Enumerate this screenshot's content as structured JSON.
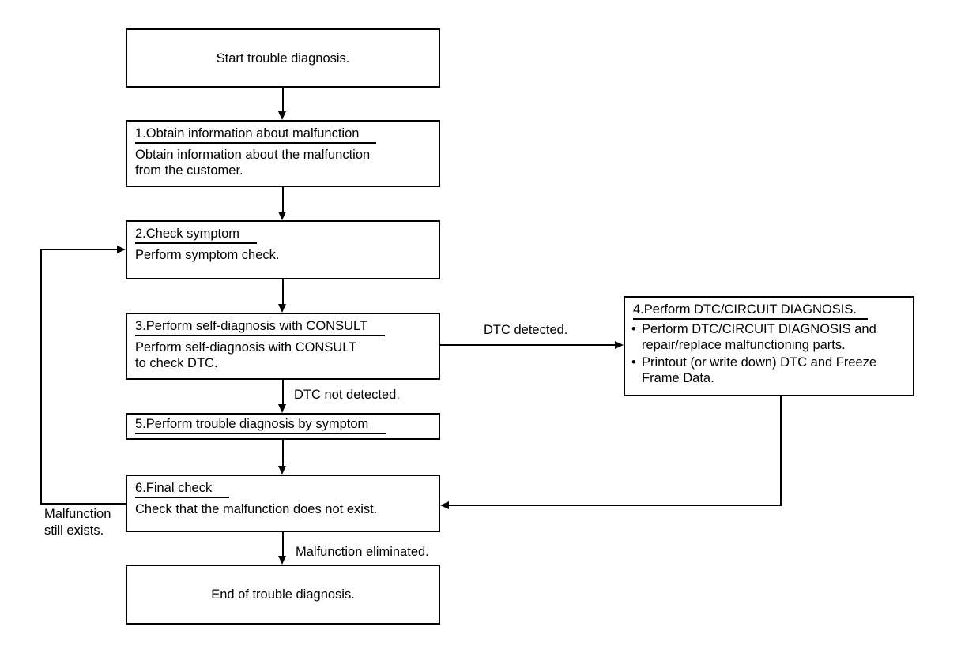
{
  "diagram": {
    "title": "Trouble diagnosis workflow flowchart",
    "colors": {
      "line": "#000000",
      "background": "#ffffff",
      "text": "#000000"
    },
    "bullet_char": "•",
    "nodes": {
      "start": {
        "text": "Start trouble diagnosis."
      },
      "step1": {
        "title": "1.Obtain information about malfunction",
        "body": "Obtain information about the malfunction\nfrom the customer."
      },
      "step2": {
        "title": "2.Check symptom",
        "body": "Perform symptom check."
      },
      "step3": {
        "title": "3.Perform self-diagnosis with CONSULT",
        "body": "Perform self-diagnosis with CONSULT\nto check DTC."
      },
      "step4": {
        "title": "4.Perform DTC/CIRCUIT DIAGNOSIS.",
        "bullets": [
          "Perform DTC/CIRCUIT DIAGNOSIS and\nrepair/replace malfunctioning parts.",
          "Printout (or write down) DTC and Freeze\nFrame Data."
        ]
      },
      "step5": {
        "title": "5.Perform trouble diagnosis by symptom"
      },
      "step6": {
        "title": "6.Final check",
        "body": "Check that the malfunction does not exist."
      },
      "end": {
        "text": "End of trouble diagnosis."
      }
    },
    "edge_labels": {
      "dtc_detected": "DTC detected.",
      "dtc_not_detected": "DTC not detected.",
      "malfunction_eliminated": "Malfunction eliminated.",
      "malfunction_still_exists": "Malfunction\nstill exists."
    }
  }
}
